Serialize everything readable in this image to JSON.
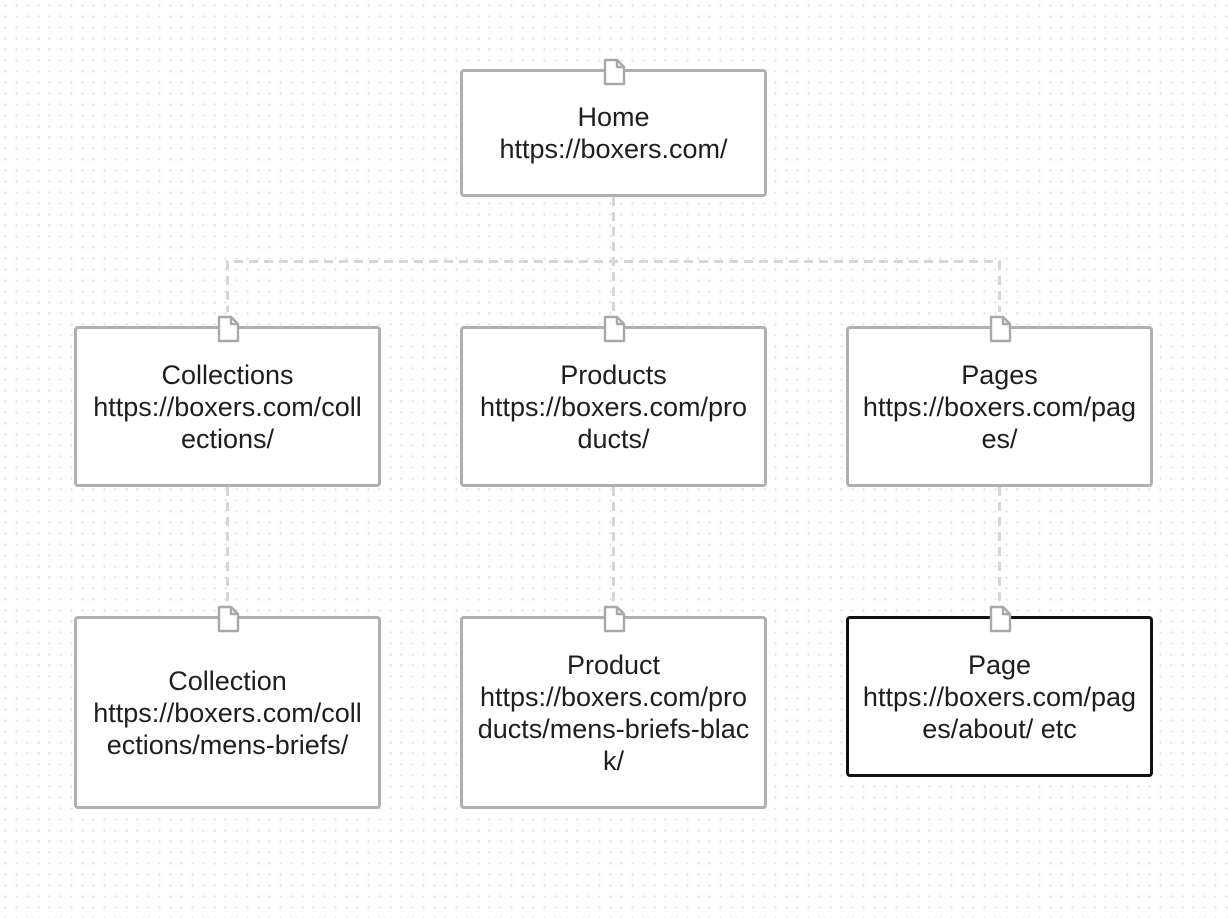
{
  "diagram": {
    "nodes": [
      {
        "id": "home",
        "label": "Home",
        "url": "https://boxers.com/"
      },
      {
        "id": "collections",
        "label": "Collections",
        "url": "https://boxers.com/collections/"
      },
      {
        "id": "products",
        "label": "Products",
        "url": "https://boxers.com/products/"
      },
      {
        "id": "pages",
        "label": "Pages",
        "url": "https://boxers.com/pages/"
      },
      {
        "id": "collection",
        "label": "Collection",
        "url": "https://boxers.com/collections/mens-briefs/"
      },
      {
        "id": "product",
        "label": "Product",
        "url": "https://boxers.com/products/mens-briefs-black/"
      },
      {
        "id": "page",
        "label": "Page",
        "url": "https://boxers.com/pages/about/ etc",
        "selected": true
      }
    ],
    "edges": [
      {
        "from": "home",
        "to": "collections"
      },
      {
        "from": "home",
        "to": "products"
      },
      {
        "from": "home",
        "to": "pages"
      },
      {
        "from": "collections",
        "to": "collection"
      },
      {
        "from": "products",
        "to": "product"
      },
      {
        "from": "pages",
        "to": "page"
      }
    ],
    "icon": "page-icon",
    "colors": {
      "border": "#b0b0b0",
      "selected_border": "#111111",
      "connector": "#d6d6d6"
    }
  }
}
